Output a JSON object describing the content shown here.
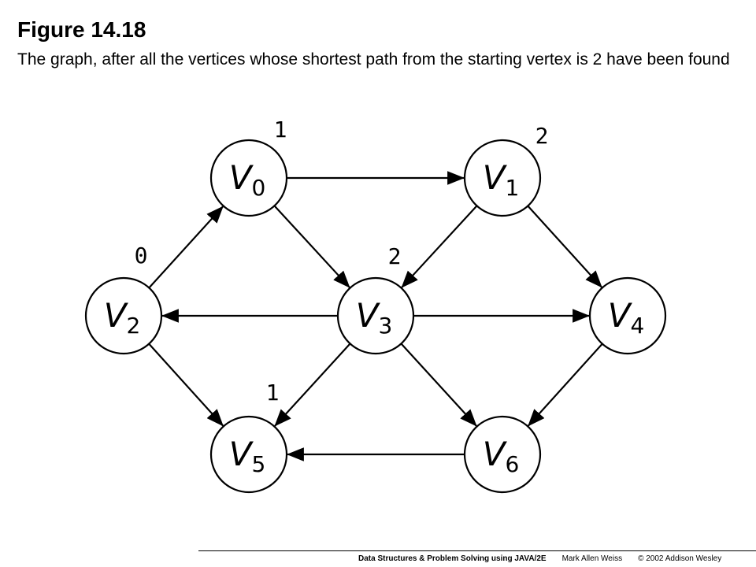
{
  "figure": {
    "title": "Figure 14.18",
    "caption": "The graph, after all the vertices whose shortest path from the starting vertex is 2 have been found"
  },
  "graph": {
    "vertices": [
      {
        "id": "V0",
        "name": "V",
        "sub": "0",
        "dist": "1"
      },
      {
        "id": "V1",
        "name": "V",
        "sub": "1",
        "dist": "2"
      },
      {
        "id": "V2",
        "name": "V",
        "sub": "2",
        "dist": "0"
      },
      {
        "id": "V3",
        "name": "V",
        "sub": "3",
        "dist": "2"
      },
      {
        "id": "V4",
        "name": "V",
        "sub": "4",
        "dist": ""
      },
      {
        "id": "V5",
        "name": "V",
        "sub": "5",
        "dist": "1"
      },
      {
        "id": "V6",
        "name": "V",
        "sub": "6",
        "dist": ""
      }
    ],
    "edges": [
      {
        "from": "V0",
        "to": "V1"
      },
      {
        "from": "V0",
        "to": "V3"
      },
      {
        "from": "V1",
        "to": "V3"
      },
      {
        "from": "V1",
        "to": "V4"
      },
      {
        "from": "V2",
        "to": "V0"
      },
      {
        "from": "V2",
        "to": "V5"
      },
      {
        "from": "V3",
        "to": "V2"
      },
      {
        "from": "V3",
        "to": "V4"
      },
      {
        "from": "V3",
        "to": "V5"
      },
      {
        "from": "V3",
        "to": "V6"
      },
      {
        "from": "V4",
        "to": "V6"
      },
      {
        "from": "V6",
        "to": "V5"
      }
    ]
  },
  "footer": {
    "book": "Data Structures & Problem Solving using JAVA/2E",
    "author": "Mark Allen Weiss",
    "copyright": "© 2002  Addison Wesley"
  }
}
